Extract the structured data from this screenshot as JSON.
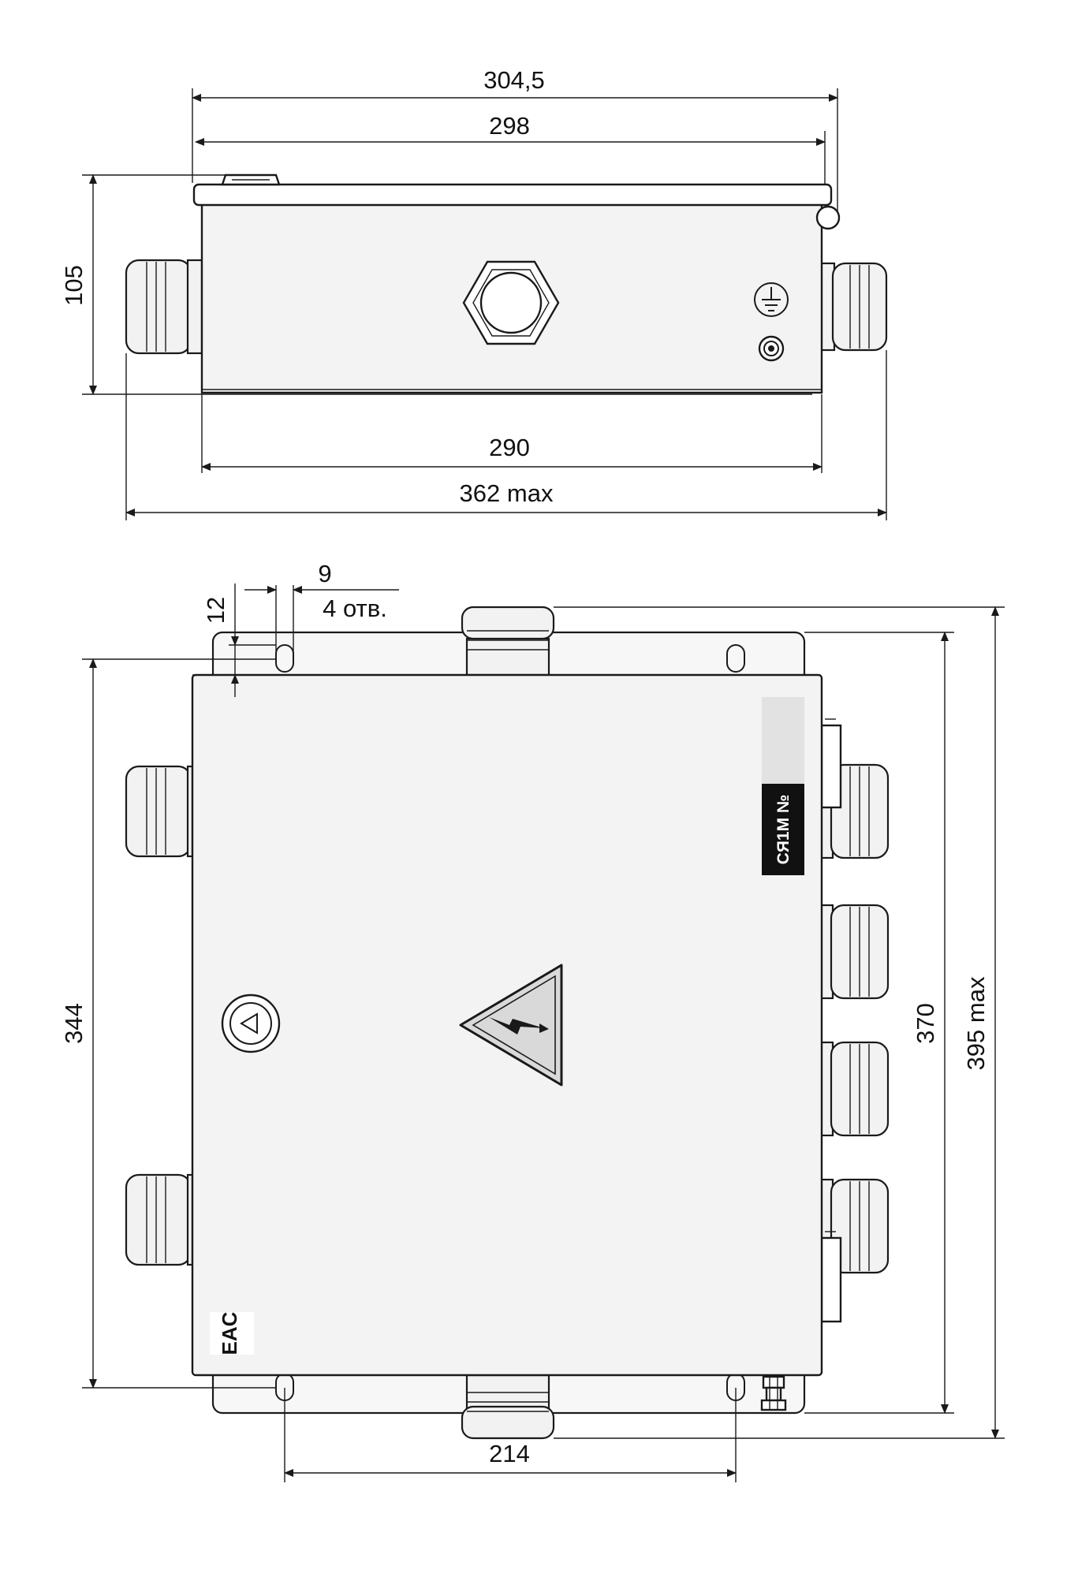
{
  "top_view": {
    "dim_width_overall_lid": "304,5",
    "dim_width_lid": "298",
    "dim_height": "105",
    "dim_width_body": "290",
    "dim_width_max": "362 max"
  },
  "front_view": {
    "dim_hole_diameter": "9",
    "dim_hole_count": "4 отв.",
    "dim_hole_offset": "12",
    "dim_height_body": "344",
    "dim_height_flange": "370",
    "dim_height_max": "395 max",
    "dim_hole_spacing": "214",
    "label_text": "СЯ1М №",
    "cert_mark": "EAC"
  },
  "colors": {
    "line": "#1a1a1a",
    "body_fill": "#f3f3f3",
    "label_black": "#111111",
    "label_grey": "#e2e2e2",
    "warning_fill": "#d9d9d9"
  },
  "icons": {
    "ground": "ground-symbol-icon",
    "warning": "high-voltage-warning-icon",
    "lock": "triangle-lock-icon"
  }
}
